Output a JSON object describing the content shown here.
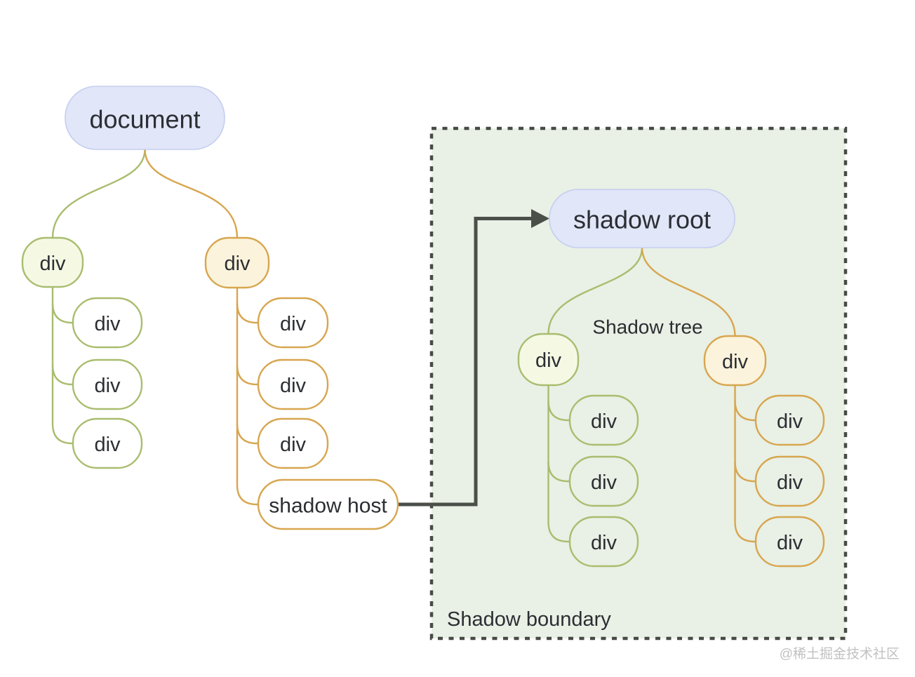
{
  "watermark": "@稀土掘金技术社区",
  "labels": {
    "shadow_tree": "Shadow tree",
    "shadow_boundary": "Shadow boundary"
  },
  "document_tree": {
    "root": {
      "label": "document"
    },
    "branches": [
      {
        "label": "div",
        "color": "green",
        "children": [
          {
            "label": "div"
          },
          {
            "label": "div"
          },
          {
            "label": "div"
          }
        ]
      },
      {
        "label": "div",
        "color": "orange",
        "children": [
          {
            "label": "div"
          },
          {
            "label": "div"
          },
          {
            "label": "div"
          },
          {
            "label": "shadow host"
          }
        ]
      }
    ]
  },
  "shadow_tree": {
    "root": {
      "label": "shadow root"
    },
    "branches": [
      {
        "label": "div",
        "color": "green",
        "children": [
          {
            "label": "div"
          },
          {
            "label": "div"
          },
          {
            "label": "div"
          }
        ]
      },
      {
        "label": "div",
        "color": "orange",
        "children": [
          {
            "label": "div"
          },
          {
            "label": "div"
          },
          {
            "label": "div"
          }
        ]
      }
    ]
  },
  "colors": {
    "lavender_fill": "#e1e6f8",
    "lavender_border": "#c5cef0",
    "green_fill": "#f5f9e4",
    "green_border": "#a9bd6f",
    "orange_fill": "#fcf3dc",
    "orange_border": "#d7a64f",
    "boundary_fill": "#e9f0e5",
    "boundary_border": "#474b45",
    "connector_dark": "#4b4f49",
    "text": "#2b2e33",
    "watermark": "#c1c1c1"
  }
}
